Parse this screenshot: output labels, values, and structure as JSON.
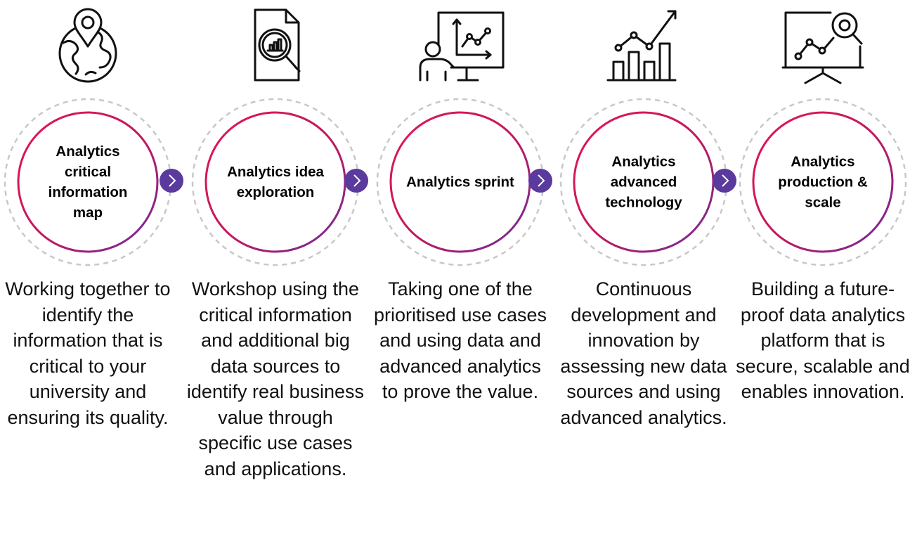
{
  "colors": {
    "ring_gradient_start": "#e3174f",
    "ring_gradient_end": "#6a2e9e",
    "ring_dashed": "#c8c8c8",
    "arrow": "#5b3a9e",
    "icon_stroke": "#111111"
  },
  "steps": [
    {
      "icon": "globe-location-pin-icon",
      "label": "Analytics critical information map",
      "description": "Working together to identify the information that is critical to your university and ensuring its quality."
    },
    {
      "icon": "document-magnifier-chart-icon",
      "label": "Analytics idea exploration",
      "description": "Workshop using the critical information and additional big data sources to identify real business value through specific use cases and applications."
    },
    {
      "icon": "presenter-chart-board-icon",
      "label": "Analytics sprint",
      "description": "Taking one of the prioritised use cases and using data and advanced analytics to prove the value."
    },
    {
      "icon": "bar-chart-growth-arrow-icon",
      "label": "Analytics advanced technology",
      "description": "Continuous development and innovation by assessing new data sources and using advanced analytics."
    },
    {
      "icon": "monitor-chart-magnifier-icon",
      "label": "Analytics production & scale",
      "description": "Building a future-proof data analytics platform that is secure, scalable and enables innovation."
    }
  ],
  "connectors": [
    {
      "icon": "chevron-right-icon"
    },
    {
      "icon": "chevron-right-icon"
    },
    {
      "icon": "chevron-right-icon"
    },
    {
      "icon": "chevron-right-icon"
    }
  ]
}
